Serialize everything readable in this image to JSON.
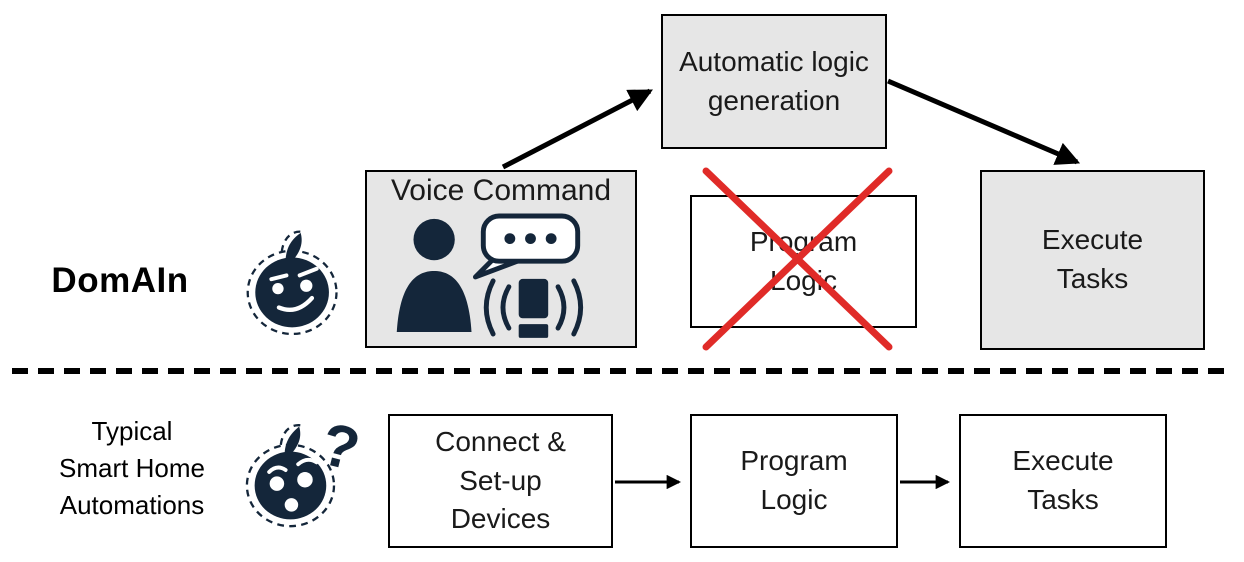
{
  "figure": {
    "description": "Comparison flowchart of DomAIn voice-driven smart home automation versus typical smart home automation pipeline"
  },
  "colors": {
    "background": "#ffffff",
    "box_gray": "#e6e6e6",
    "box_white": "#ffffff",
    "box_border": "#000000",
    "arrow_black": "#000000",
    "red_cross": "#e02b28",
    "mascot_navy": "#14263a"
  },
  "icons": {
    "mascot_confident": "confident-ai-face-icon",
    "mascot_confused": "confused-face-question-icon",
    "person": "person-icon",
    "speech_bubble": "speech-bubble-dots-icon",
    "phone_waves": "phone-sound-waves-icon",
    "red_cross": "red-cross-out-icon",
    "divider": "dashed-divider-line"
  },
  "domain_row": {
    "label": "DomAIn",
    "voice_box": {
      "title": "Voice Command"
    },
    "auto_box": {
      "label": "Automatic logic\ngeneration"
    },
    "crossed_box": {
      "label": "Program\nLogic",
      "crossed_out": true
    },
    "execute_box": {
      "label": "Execute\nTasks"
    }
  },
  "typical_row": {
    "label": "Typical\nSmart Home\nAutomations",
    "question_mark": "?",
    "connect_box": {
      "label": "Connect &\nSet-up\nDevices"
    },
    "program_box": {
      "label": "Program\nLogic"
    },
    "execute_box": {
      "label": "Execute\nTasks"
    }
  }
}
